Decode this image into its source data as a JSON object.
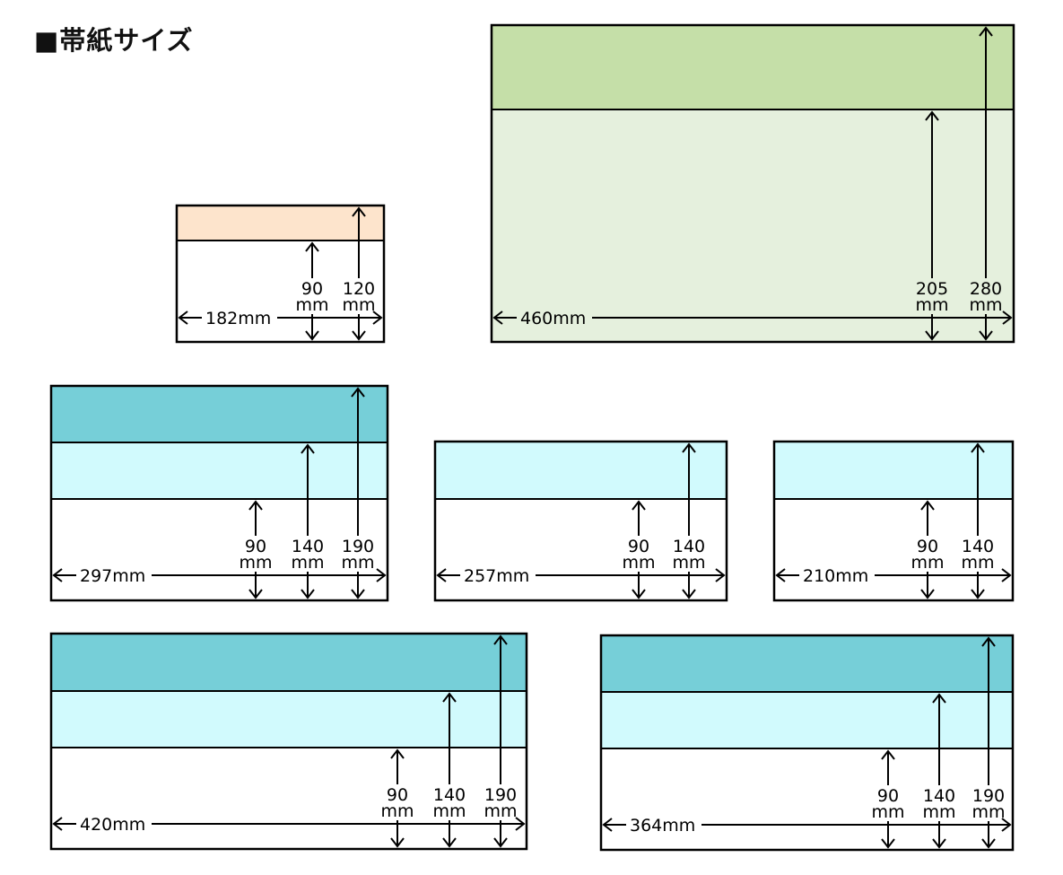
{
  "title": "■帯紙サイズ",
  "colors": {
    "peach": "#fde4cc",
    "green_dark": "#c5dfa8",
    "green_light": "#e5f0dd",
    "teal": "#76cfd8",
    "cyan_light": "#d1fafd",
    "white": "#ffffff",
    "stroke": "#000000"
  },
  "diagrams": [
    {
      "name": "panel-182",
      "width_label": "182mm",
      "bands": [
        {
          "color": "peach"
        },
        {
          "color": "white"
        }
      ],
      "heights": [
        {
          "value": "90",
          "unit": "mm"
        },
        {
          "value": "120",
          "unit": "mm"
        }
      ]
    },
    {
      "name": "panel-460",
      "width_label": "460mm",
      "bands": [
        {
          "color": "green_dark"
        },
        {
          "color": "green_light"
        }
      ],
      "heights": [
        {
          "value": "205",
          "unit": "mm"
        },
        {
          "value": "280",
          "unit": "mm"
        }
      ]
    },
    {
      "name": "panel-297",
      "width_label": "297mm",
      "bands": [
        {
          "color": "teal"
        },
        {
          "color": "cyan_light"
        },
        {
          "color": "white"
        }
      ],
      "heights": [
        {
          "value": "90",
          "unit": "mm"
        },
        {
          "value": "140",
          "unit": "mm"
        },
        {
          "value": "190",
          "unit": "mm"
        }
      ]
    },
    {
      "name": "panel-257",
      "width_label": "257mm",
      "bands": [
        {
          "color": "cyan_light"
        },
        {
          "color": "white"
        }
      ],
      "heights": [
        {
          "value": "90",
          "unit": "mm"
        },
        {
          "value": "140",
          "unit": "mm"
        }
      ]
    },
    {
      "name": "panel-210",
      "width_label": "210mm",
      "bands": [
        {
          "color": "cyan_light"
        },
        {
          "color": "white"
        }
      ],
      "heights": [
        {
          "value": "90",
          "unit": "mm"
        },
        {
          "value": "140",
          "unit": "mm"
        }
      ]
    },
    {
      "name": "panel-420",
      "width_label": "420mm",
      "bands": [
        {
          "color": "teal"
        },
        {
          "color": "cyan_light"
        },
        {
          "color": "white"
        }
      ],
      "heights": [
        {
          "value": "90",
          "unit": "mm"
        },
        {
          "value": "140",
          "unit": "mm"
        },
        {
          "value": "190",
          "unit": "mm"
        }
      ]
    },
    {
      "name": "panel-364",
      "width_label": "364mm",
      "bands": [
        {
          "color": "teal"
        },
        {
          "color": "cyan_light"
        },
        {
          "color": "white"
        }
      ],
      "heights": [
        {
          "value": "90",
          "unit": "mm"
        },
        {
          "value": "140",
          "unit": "mm"
        },
        {
          "value": "190",
          "unit": "mm"
        }
      ]
    }
  ]
}
